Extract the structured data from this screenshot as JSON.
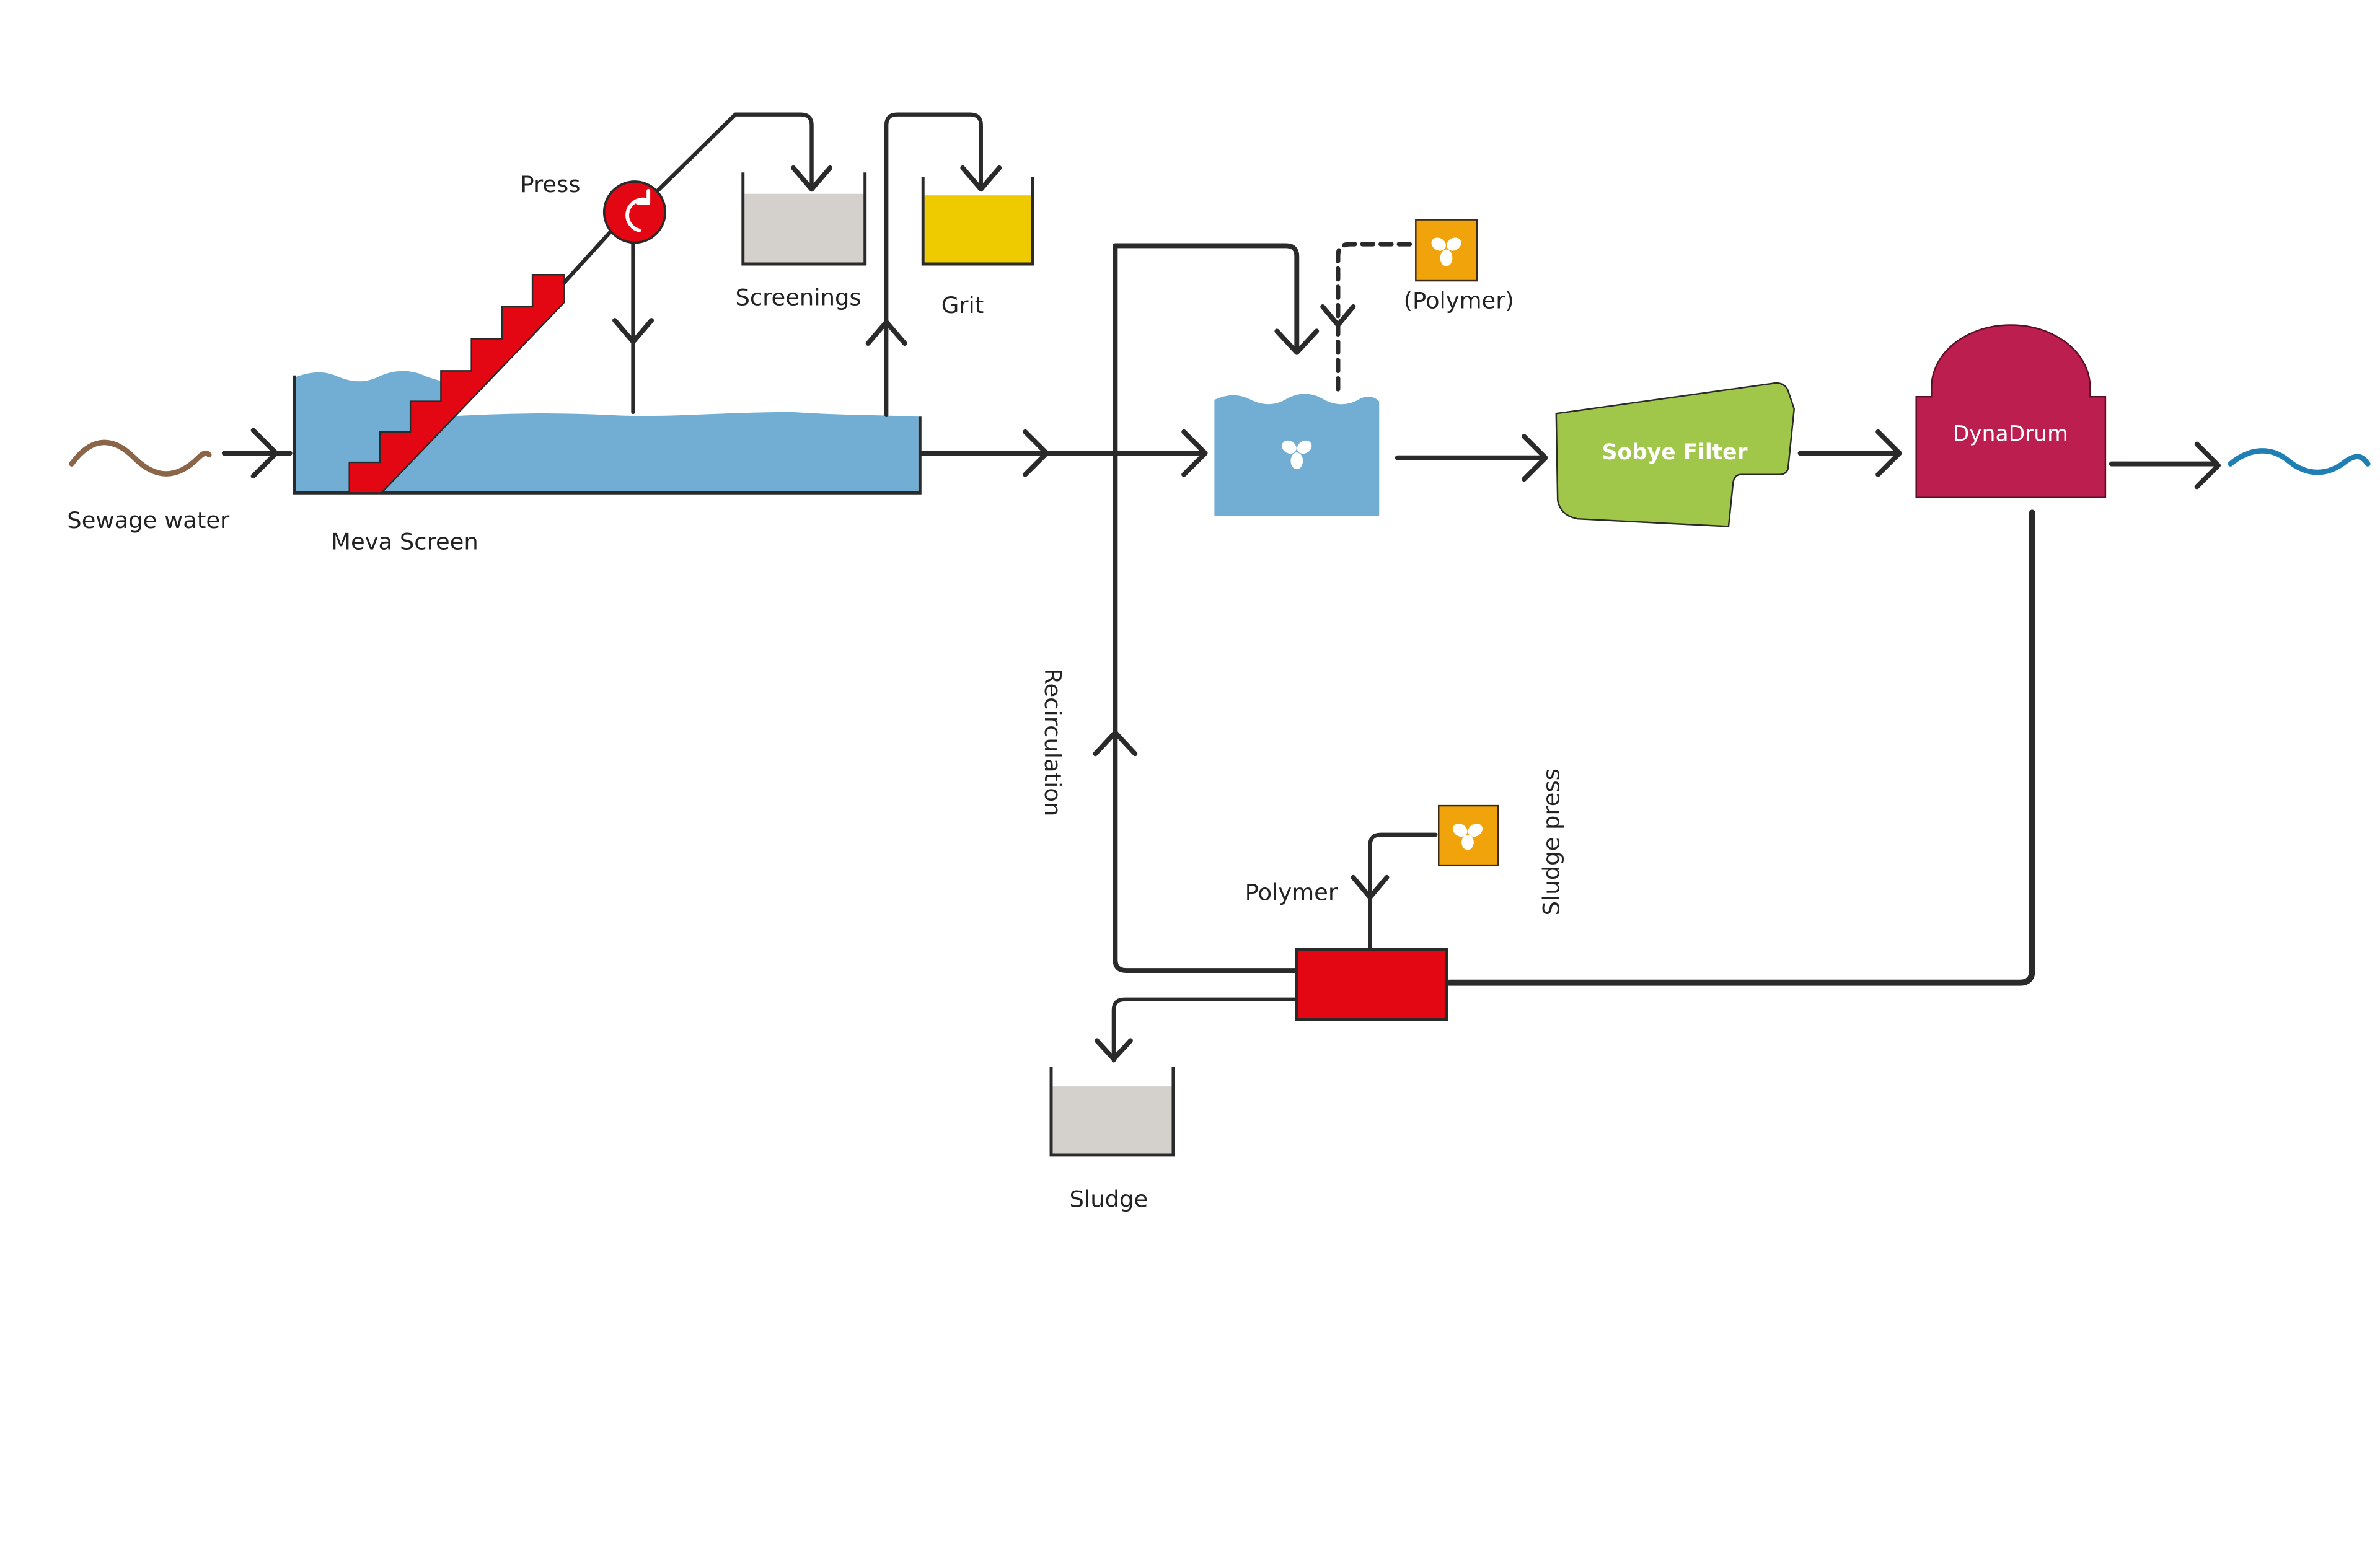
{
  "diagram": {
    "title": "Wastewater treatment process flow",
    "colors": {
      "line": "#2a2a2a",
      "water": "#72aed4",
      "screen_red": "#e30613",
      "screenings_grey": "#d4d1cc",
      "grit_yellow": "#edcb00",
      "polymer_orange": "#f0a30a",
      "sobye_green": "#a0c64a",
      "dynadrum_magenta": "#bb1e4f",
      "sewage_brown": "#8b6548",
      "clean_water_blue": "#1f7fb4",
      "label_white": "#ffffff"
    },
    "labels": {
      "sewage_water": "Sewage water",
      "meva_screen": "Meva Screen",
      "press": "Press",
      "screenings": "Screenings",
      "grit": "Grit",
      "polymer_optional": "(Polymer)",
      "sobye_filter": "Sobye Filter",
      "dynadrum": "DynaDrum",
      "recirculation": "Recirculation",
      "polymer": "Polymer",
      "sludge_press": "Sludge press",
      "sludge": "Sludge"
    },
    "icons": {
      "press": "rotate-clockwise-icon",
      "mixer": "propeller-icon",
      "polymer_doser": "propeller-icon",
      "inflow": "wave-icon",
      "outflow": "wave-icon"
    }
  }
}
